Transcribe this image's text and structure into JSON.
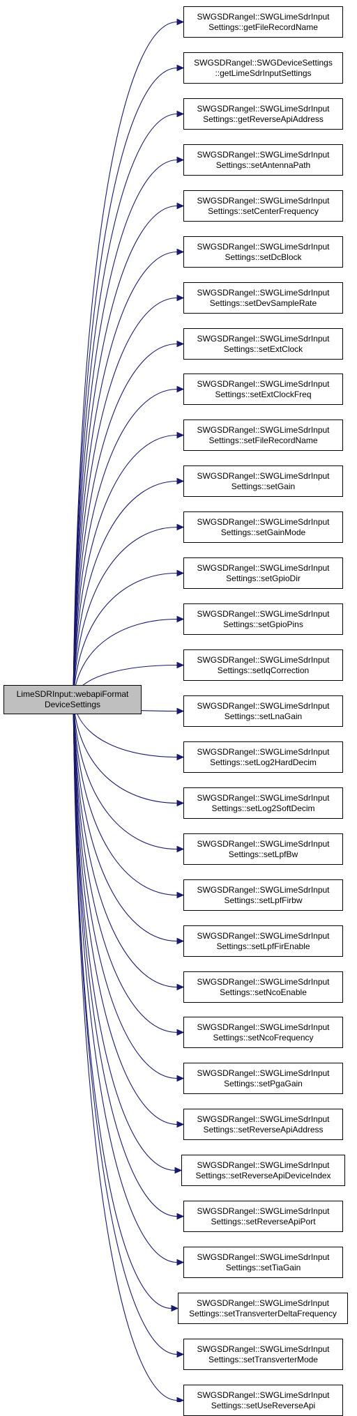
{
  "graph": {
    "colors": {
      "edge": "#191970",
      "root_fill": "#bfbfbf",
      "node_fill": "#ffffff",
      "border": "#000000"
    },
    "root": {
      "line1": "LimeSDRInput::webapiFormat",
      "line2": "DeviceSettings"
    },
    "callees": [
      {
        "line1": "SWGSDRangel::SWGLimeSdrInput",
        "line2": "Settings::getFileRecordName"
      },
      {
        "line1": "SWGSDRangel::SWGDeviceSettings",
        "line2": "::getLimeSdrInputSettings"
      },
      {
        "line1": "SWGSDRangel::SWGLimeSdrInput",
        "line2": "Settings::getReverseApiAddress"
      },
      {
        "line1": "SWGSDRangel::SWGLimeSdrInput",
        "line2": "Settings::setAntennaPath"
      },
      {
        "line1": "SWGSDRangel::SWGLimeSdrInput",
        "line2": "Settings::setCenterFrequency"
      },
      {
        "line1": "SWGSDRangel::SWGLimeSdrInput",
        "line2": "Settings::setDcBlock"
      },
      {
        "line1": "SWGSDRangel::SWGLimeSdrInput",
        "line2": "Settings::setDevSampleRate"
      },
      {
        "line1": "SWGSDRangel::SWGLimeSdrInput",
        "line2": "Settings::setExtClock"
      },
      {
        "line1": "SWGSDRangel::SWGLimeSdrInput",
        "line2": "Settings::setExtClockFreq"
      },
      {
        "line1": "SWGSDRangel::SWGLimeSdrInput",
        "line2": "Settings::setFileRecordName"
      },
      {
        "line1": "SWGSDRangel::SWGLimeSdrInput",
        "line2": "Settings::setGain"
      },
      {
        "line1": "SWGSDRangel::SWGLimeSdrInput",
        "line2": "Settings::setGainMode"
      },
      {
        "line1": "SWGSDRangel::SWGLimeSdrInput",
        "line2": "Settings::setGpioDir"
      },
      {
        "line1": "SWGSDRangel::SWGLimeSdrInput",
        "line2": "Settings::setGpioPins"
      },
      {
        "line1": "SWGSDRangel::SWGLimeSdrInput",
        "line2": "Settings::setIqCorrection"
      },
      {
        "line1": "SWGSDRangel::SWGLimeSdrInput",
        "line2": "Settings::setLnaGain"
      },
      {
        "line1": "SWGSDRangel::SWGLimeSdrInput",
        "line2": "Settings::setLog2HardDecim"
      },
      {
        "line1": "SWGSDRangel::SWGLimeSdrInput",
        "line2": "Settings::setLog2SoftDecim"
      },
      {
        "line1": "SWGSDRangel::SWGLimeSdrInput",
        "line2": "Settings::setLpfBw"
      },
      {
        "line1": "SWGSDRangel::SWGLimeSdrInput",
        "line2": "Settings::setLpfFirbw"
      },
      {
        "line1": "SWGSDRangel::SWGLimeSdrInput",
        "line2": "Settings::setLpfFirEnable"
      },
      {
        "line1": "SWGSDRangel::SWGLimeSdrInput",
        "line2": "Settings::setNcoEnable"
      },
      {
        "line1": "SWGSDRangel::SWGLimeSdrInput",
        "line2": "Settings::setNcoFrequency"
      },
      {
        "line1": "SWGSDRangel::SWGLimeSdrInput",
        "line2": "Settings::setPgaGain"
      },
      {
        "line1": "SWGSDRangel::SWGLimeSdrInput",
        "line2": "Settings::setReverseApiAddress"
      },
      {
        "line1": "SWGSDRangel::SWGLimeSdrInput",
        "line2": "Settings::setReverseApiDeviceIndex"
      },
      {
        "line1": "SWGSDRangel::SWGLimeSdrInput",
        "line2": "Settings::setReverseApiPort"
      },
      {
        "line1": "SWGSDRangel::SWGLimeSdrInput",
        "line2": "Settings::setTiaGain"
      },
      {
        "line1": "SWGSDRangel::SWGLimeSdrInput",
        "line2": "Settings::setTransverterDeltaFrequency"
      },
      {
        "line1": "SWGSDRangel::SWGLimeSdrInput",
        "line2": "Settings::setTransverterMode"
      },
      {
        "line1": "SWGSDRangel::SWGLimeSdrInput",
        "line2": "Settings::setUseReverseApi"
      }
    ]
  }
}
